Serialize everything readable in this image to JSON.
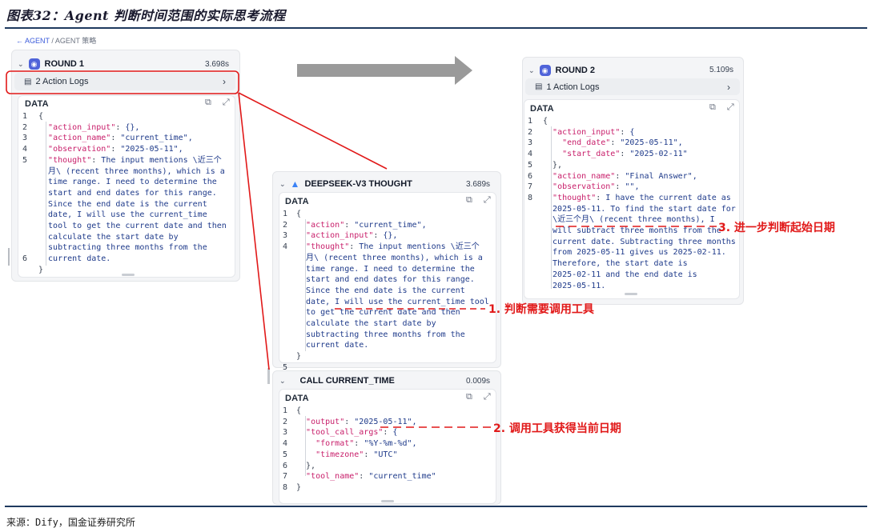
{
  "figure_title": "图表32：Agent 判断时间范围的实际思考流程",
  "source_note": "来源：Dify，国金证券研究所",
  "breadcrumb": {
    "back_label": "← AGENT",
    "separator": "/",
    "current": "AGENT 策略"
  },
  "round1": {
    "title": "ROUND 1",
    "time": "3.698s",
    "logs_label": "2 Action Logs",
    "data_label": "DATA",
    "line_numbers": [
      "1",
      "2",
      "3",
      "4",
      "5",
      "",
      "",
      "",
      "",
      "",
      "",
      "",
      "",
      "6"
    ],
    "code_lines": [
      "{",
      "  \"action_input\": {},",
      "  \"action_name\": \"current_time\",",
      "  \"observation\": \"2025-05-11\",",
      "  \"thought\": \"The input mentions \\\"近三个",
      "  月\\\" (recent three months), which is a",
      "  time range. I need to determine the",
      "  start and end dates for this range.",
      "  Since the end date is the current",
      "  date, I will use the current_time",
      "  tool to get the current date and then",
      "  calculate the start date by",
      "  subtracting three months from the",
      "  current date.\"",
      "}"
    ]
  },
  "round2": {
    "title": "ROUND 2",
    "time": "5.109s",
    "logs_label": "1 Action Logs",
    "data_label": "DATA",
    "line_numbers": [
      "1",
      "2",
      "3",
      "4",
      "5",
      "6",
      "7",
      "8"
    ],
    "code_lines": [
      "{",
      "  \"action_input\": {",
      "    \"end_date\": \"2025-05-11\",",
      "    \"start_date\": \"2025-02-11\"",
      "  },",
      "  \"action_name\": \"Final Answer\",",
      "  \"observation\": \"\",",
      "  \"thought\": \"I have the current date as",
      "  2025-05-11. To find the start date for",
      "  \\\"近三个月\\\" (recent three months), I",
      "  will subtract three months from the",
      "  current date. Subtracting three months",
      "  from 2025-05-11 gives us 2025-02-11.",
      "  Therefore, the start date is",
      "  2025-02-11 and the end date is",
      "  2025-05-11.\""
    ]
  },
  "thought_panel": {
    "title": "DEEPSEEK-V3 THOUGHT",
    "time": "3.689s",
    "data_label": "DATA",
    "line_numbers": [
      "1",
      "2",
      "3",
      "4",
      "",
      "",
      "",
      "",
      "",
      "",
      "",
      "",
      "",
      "",
      "5"
    ],
    "code_lines": [
      "{",
      "  \"action\": \"current_time\",",
      "  \"action_input\": {},",
      "  \"thought\": \"The input mentions \\\"近三个",
      "  月\\\" (recent three months), which is a",
      "  time range. I need to determine the",
      "  start and end dates for this range.",
      "  Since the end date is the current",
      "  date, I will use the current_time tool",
      "  to get the current date and then",
      "  calculate the start date by",
      "  subtracting three months from the",
      "  current date.\"",
      "}"
    ]
  },
  "call_panel": {
    "title": "CALL CURRENT_TIME",
    "time": "0.009s",
    "data_label": "DATA",
    "line_numbers": [
      "1",
      "2",
      "3",
      "4",
      "5",
      "6",
      "7",
      "8"
    ],
    "code_lines": [
      "{",
      "  \"output\": \"2025-05-11\",",
      "  \"tool_call_args\": {",
      "    \"format\": \"%Y-%m-%d\",",
      "    \"timezone\": \"UTC\"",
      "  },",
      "  \"tool_name\": \"current_time\"",
      "}"
    ]
  },
  "annotations": {
    "a1": "1. 判断需要调用工具",
    "a2": "2. 调用工具获得当前日期",
    "a3": "3. 进一步判断起始日期"
  },
  "icons": [
    "back-arrow-icon",
    "round-avatar-icon",
    "list-icon",
    "chevron-right-icon",
    "copy-icon",
    "expand-icon",
    "deepseek-logo-icon",
    "collapse-chevron-icon",
    "flow-arrow-icon"
  ],
  "colors": {
    "annotation_red": "#e11919",
    "rule_navy": "#1f3a5f",
    "key_pink": "#c81e6a",
    "string_navy": "#1e3a8a",
    "accent_blue": "#4f63d9"
  }
}
